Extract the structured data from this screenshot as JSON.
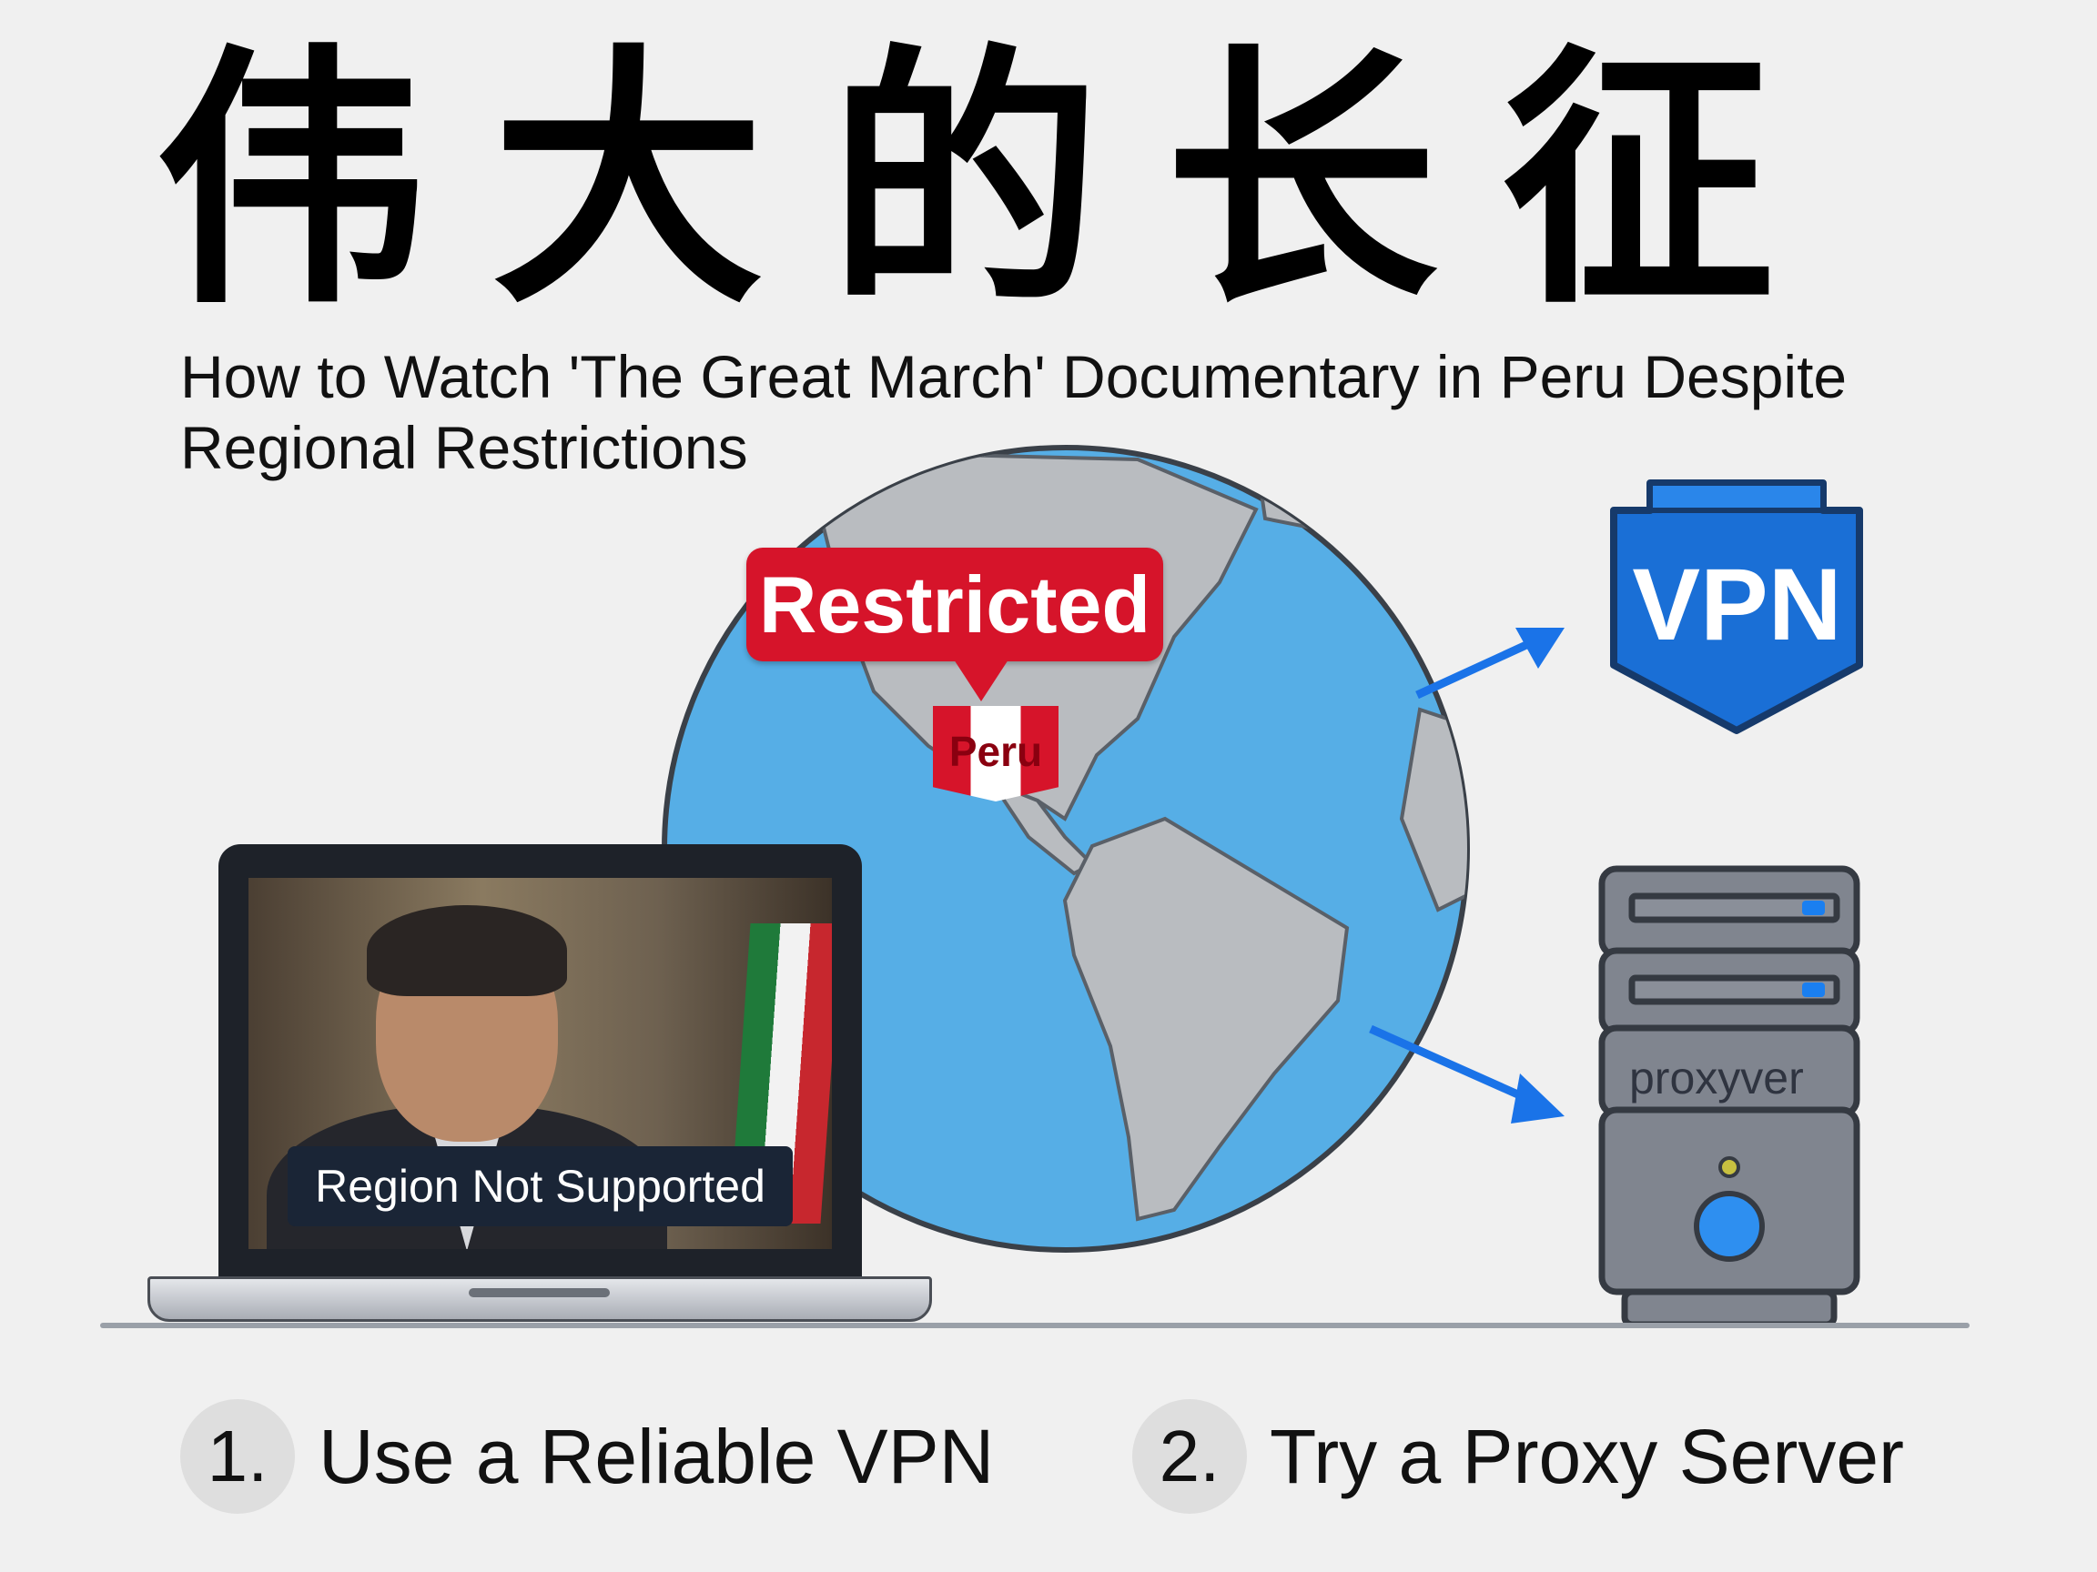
{
  "title_cn": "伟大的长征",
  "subtitle": "How to Watch 'The Great March' Documentary in Peru Despite Regional Restrictions",
  "globe": {
    "callout": "Restricted",
    "country_tag": "Peru"
  },
  "vpn_badge": {
    "label": "VPN",
    "color": "#1a6fd6"
  },
  "server": {
    "label": "proxyver"
  },
  "laptop": {
    "overlay_message": "Region Not Supported"
  },
  "steps": [
    {
      "number": "1.",
      "label": "Use a Reliable VPN"
    },
    {
      "number": "2.",
      "label": "Try a Proxy Server"
    }
  ],
  "colors": {
    "background": "#f0f0f0",
    "ocean": "#56aee6",
    "land": "#b9bcc0",
    "restricted_red": "#d6142a",
    "arrow_blue": "#1a73e8"
  }
}
